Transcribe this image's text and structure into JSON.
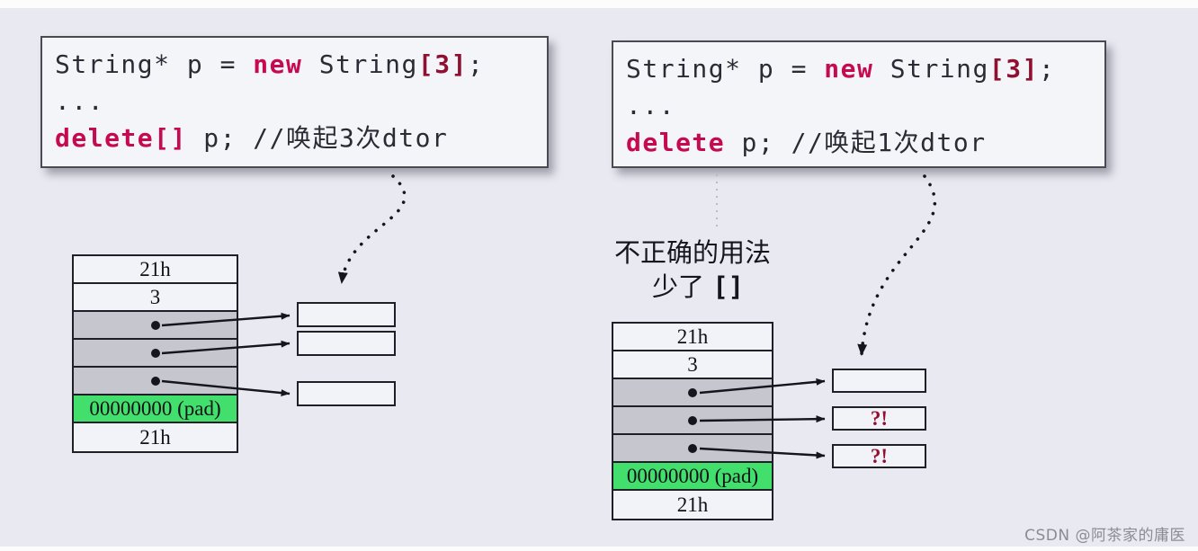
{
  "code_left": {
    "line1": {
      "a": "String* p = ",
      "kw": "new",
      "b": " String",
      "br": "[3]",
      "end": ";"
    },
    "line2": "...",
    "line3": {
      "kw": "delete[]",
      "mid": " p; ",
      "comment": "//唤起3次dtor"
    }
  },
  "code_right": {
    "line1": {
      "a": "String* p = ",
      "kw": "new",
      "b": " String",
      "br": "[3]",
      "end": ";"
    },
    "line2": "...",
    "line3": {
      "kw": "delete",
      "mid": " p; ",
      "comment": "//唤起1次dtor"
    }
  },
  "annotation": {
    "line1": "不正确的用法",
    "line2_prefix": "少了 ",
    "line2_brackets": "[]"
  },
  "memory_left": {
    "top": "21h",
    "count": "3",
    "pad": "00000000 (pad)",
    "bottom": "21h"
  },
  "memory_right": {
    "top": "21h",
    "count": "3",
    "pad": "00000000 (pad)",
    "bottom": "21h"
  },
  "right_boxes": {
    "box1": "",
    "box2": "?!",
    "box3": "?!"
  },
  "watermark": "CSDN @阿茶家的庸医",
  "colors": {
    "canvas": "#e9eaf1",
    "keyword": "#c60a52",
    "bracket": "#8f1030",
    "alert": "#8f1030",
    "pad_green": "#42df6c"
  }
}
